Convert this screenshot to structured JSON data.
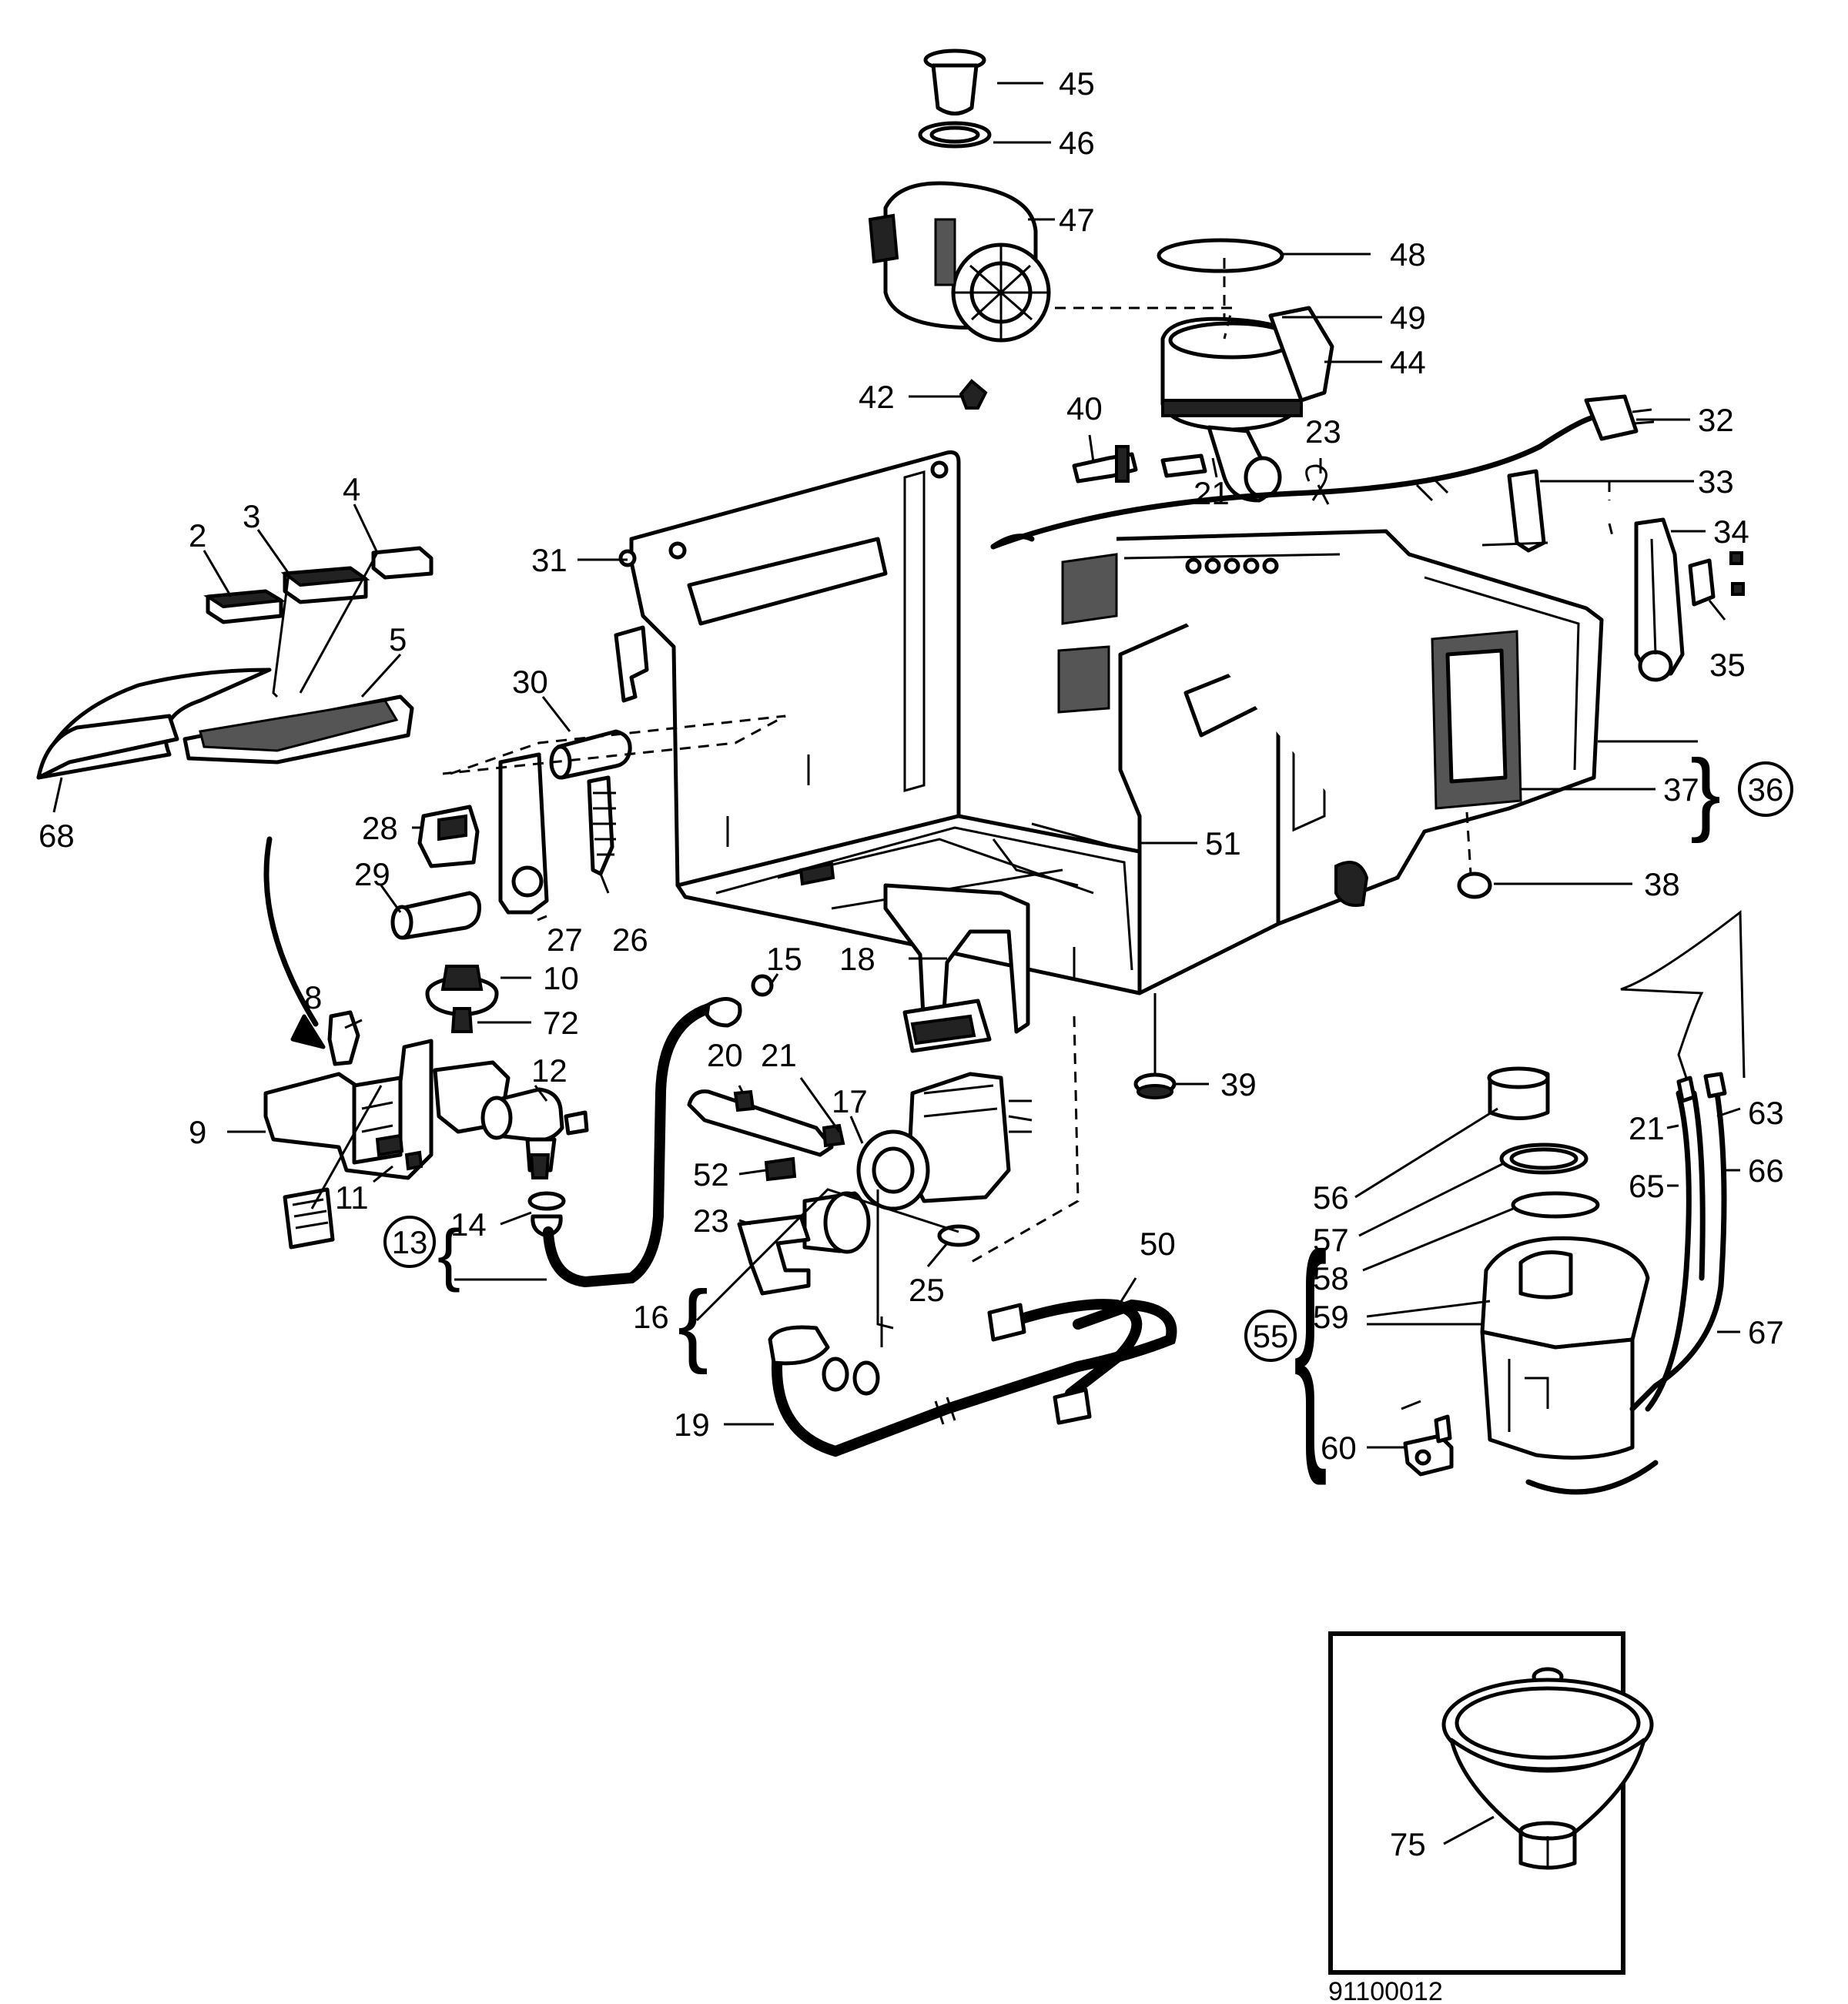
{
  "labels": {
    "l45": "45",
    "l46": "46",
    "l47": "47",
    "l48": "48",
    "l49": "49",
    "l44": "44",
    "l42": "42",
    "l40": "40",
    "l23a": "23",
    "l21a": "21",
    "l32": "32",
    "l33": "33",
    "l34": "34",
    "l35": "35",
    "l36": "36",
    "l37": "37",
    "l38": "38",
    "l31": "31",
    "l2": "2",
    "l3": "3",
    "l4": "4",
    "l5": "5",
    "l68": "68",
    "l30": "30",
    "l28": "28",
    "l29": "29",
    "l27": "27",
    "l26": "26",
    "l51": "51",
    "l10": "10",
    "l72": "72",
    "l8": "8",
    "l12": "12",
    "l9": "9",
    "l11": "11",
    "l13": "13",
    "l14": "14",
    "l15": "15",
    "l18": "18",
    "l20": "20",
    "l21b": "21",
    "l17": "17",
    "l52": "52",
    "l23b": "23",
    "l16": "16",
    "l25": "25",
    "l19": "19",
    "l50": "50",
    "l39": "39",
    "l21c": "21",
    "l63": "63",
    "l65": "65",
    "l66": "66",
    "l56": "56",
    "l57": "57",
    "l58": "58",
    "l59": "59",
    "l55": "55",
    "l67": "67",
    "l60": "60",
    "l75": "75"
  },
  "diagram_code": "91100012",
  "brace": "{"
}
